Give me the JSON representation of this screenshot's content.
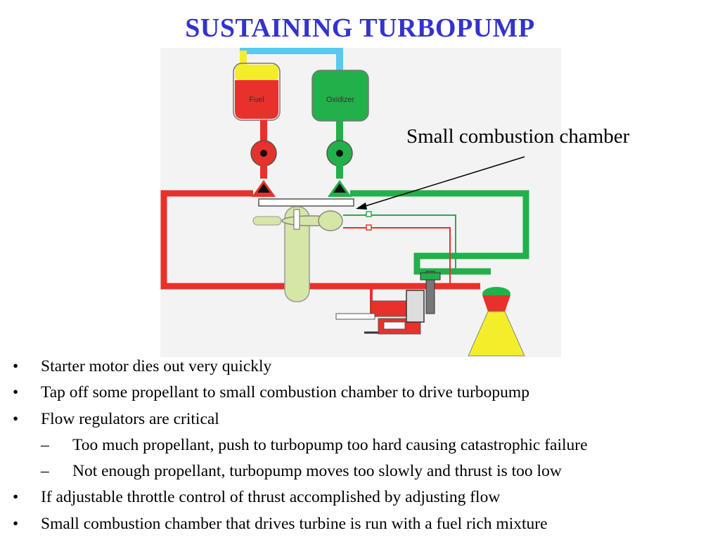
{
  "slide": {
    "title": "SUSTAINING TURBOPUMP"
  },
  "diagram": {
    "fuel_label": "Fuel",
    "oxidizer_label": "Oxidizer",
    "callout_label": "Small combustion chamber",
    "colors": {
      "fuel_line": "#e8312b",
      "oxidizer_line": "#22b04a",
      "pressurant_line": "#5bc8ef",
      "fuel_cap": "#f4ee2a",
      "turbine_body": "#d5e6a6",
      "nozzle": "#f4ee2a"
    }
  },
  "bullets": [
    {
      "level": 1,
      "marker": "•",
      "text": "Starter motor dies out very quickly"
    },
    {
      "level": 1,
      "marker": "•",
      "text": "Tap off some propellant to small combustion chamber to drive turbopump"
    },
    {
      "level": 1,
      "marker": "•",
      "text": "Flow regulators are critical"
    },
    {
      "level": 2,
      "marker": "–",
      "text": "Too much propellant, push to turbopump too hard causing catastrophic failure"
    },
    {
      "level": 2,
      "marker": "–",
      "text": "Not enough propellant, turbopump moves too slowly and thrust is too low"
    },
    {
      "level": 1,
      "marker": "•",
      "text": "If adjustable throttle control of thrust accomplished by adjusting flow"
    },
    {
      "level": 1,
      "marker": "•",
      "text": "Small combustion chamber that drives turbine is run with a fuel rich mixture"
    }
  ]
}
